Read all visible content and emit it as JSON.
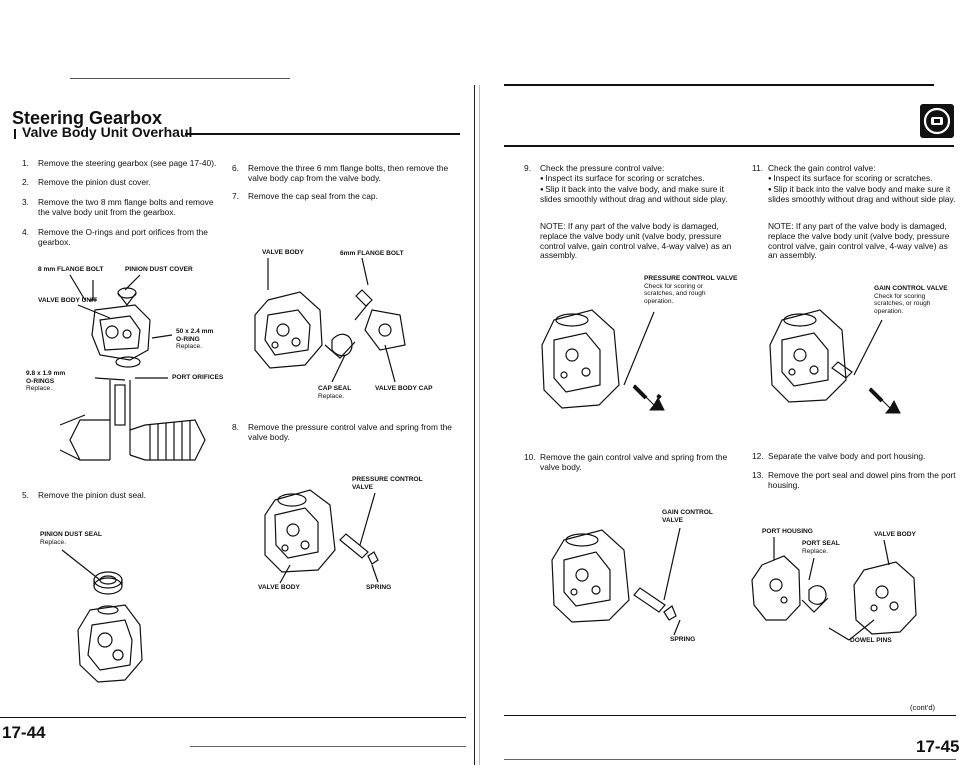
{
  "left_page": {
    "section_title": "Steering Gearbox",
    "subsection_title": "Valve Body Unit Overhaul",
    "page_number": "17-44",
    "steps": [
      {
        "num": "1.",
        "text": "Remove the steering gearbox (see page 17-40)."
      },
      {
        "num": "2.",
        "text": "Remove the pinion dust cover."
      },
      {
        "num": "3.",
        "text": "Remove the two 8 mm flange bolts and remove the valve body unit from the gearbox."
      },
      {
        "num": "4.",
        "text": "Remove the O-rings and port orifices from the gearbox."
      },
      {
        "num": "5.",
        "text": "Remove the pinion dust seal."
      },
      {
        "num": "6.",
        "text": "Remove the three 6 mm flange bolts, then remove the valve body cap from the valve body."
      },
      {
        "num": "7.",
        "text": "Remove the cap seal from the cap."
      },
      {
        "num": "8.",
        "text": "Remove the pressure control valve and spring from the valve body."
      }
    ],
    "fig1_labels": {
      "flange_bolt": "8 mm FLANGE BOLT",
      "pinion_dust_cover": "PINION DUST COVER",
      "valve_body_unit": "VALVE BODY UNIT",
      "oring_large": "50 x 2.4 mm",
      "oring_large_2": "O-RING",
      "oring_large_3": "Replace.",
      "oring_small": "9.8 x 1.9 mm",
      "oring_small_2": "O-RINGS",
      "oring_small_3": "Replace.",
      "port_orifices": "PORT ORIFICES"
    },
    "fig2_labels": {
      "pinion_dust_seal": "PINION DUST SEAL",
      "replace": "Replace."
    },
    "fig3_labels": {
      "valve_body": "VALVE BODY",
      "flange_bolt": "6mm FLANGE BOLT",
      "cap_seal": "CAP SEAL",
      "replace": "Replace.",
      "valve_body_cap": "VALVE BODY CAP"
    },
    "fig4_labels": {
      "pressure_control": "PRESSURE CONTROL",
      "valve": "VALVE",
      "valve_body": "VALVE BODY",
      "spring": "SPRING"
    }
  },
  "right_page": {
    "page_number": "17-45",
    "cont": "(cont'd)",
    "icon": "steering-wheel-icon",
    "step9": {
      "num": "9.",
      "title": "Check the pressure control valve:",
      "bullets": [
        "Inspect its surface for scoring or scratches.",
        "Slip it back into the valve body, and make sure it slides smoothly without drag and without side play."
      ],
      "note": "NOTE:  If any part of the valve body is damaged, replace the valve body unit (valve body, pressure control valve, gain control valve, 4-way valve) as an assembly.",
      "fig_label": "PRESSURE CONTROL VALVE",
      "fig_label_2": "Check for scoring or",
      "fig_label_3": "scratches, and rough",
      "fig_label_4": "operation."
    },
    "step10": {
      "num": "10.",
      "text": "Remove the gain control valve and spring from the valve body.",
      "fig_label": "GAIN CONTROL",
      "fig_label_2": "VALVE",
      "fig_spring": "SPRING"
    },
    "step11": {
      "num": "11.",
      "title": "Check the gain control valve:",
      "bullets": [
        "Inspect its surface for scoring or scratches.",
        "Slip it back into the valve body and make sure it slides smoothly without drag and without side play."
      ],
      "note": "NOTE:  If any part of the valve body is damaged, replace the valve body unit (valve body, pressure control valve, gain control valve, 4-way valve) as an assembly.",
      "fig_label": "GAIN CONTROL VALVE",
      "fig_label_2": "Check for scoring",
      "fig_label_3": "scratches, or rough",
      "fig_label_4": "operation."
    },
    "step12": {
      "num": "12.",
      "text": "Separate the valve body and port housing."
    },
    "step13": {
      "num": "13.",
      "text": "Remove the port seal and dowel pins from the port housing."
    },
    "fig13_labels": {
      "port_housing": "PORT HOUSING",
      "port_seal": "PORT SEAL",
      "replace": "Replace.",
      "valve_body": "VALVE BODY",
      "dowel_pins": "DOWEL PINS"
    }
  }
}
